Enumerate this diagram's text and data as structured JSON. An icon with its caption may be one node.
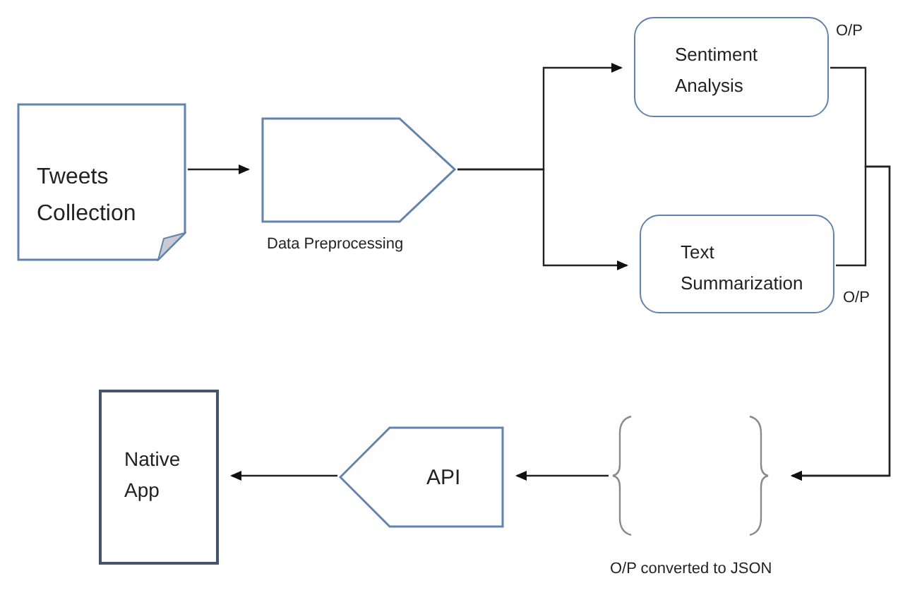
{
  "diagram": {
    "nodes": [
      {
        "text": [
          "Tweets Collection"
        ]
      },
      {
        "text": [
          "Data Preprocessing"
        ]
      },
      {
        "text": [
          "Sentiment Analysis"
        ],
        "beside": [
          "O/P"
        ]
      },
      {
        "text": [
          "Text Summarization"
        ],
        "beside": [
          "O/P"
        ]
      },
      {
        "text": [
          "O/P converted to JSON"
        ]
      },
      {
        "text": [
          "API"
        ]
      },
      {
        "text": [
          "Native App"
        ]
      }
    ],
    "edges": [
      {
        "from": 0,
        "to": 1,
        "arrow": "to"
      },
      {
        "from": 1,
        "to": 2,
        "arrow": "to"
      },
      {
        "from": 1,
        "to": 3,
        "arrow": "to"
      },
      {
        "from": 2,
        "to": 4,
        "arrow": "to"
      },
      {
        "from": 3,
        "to": 4,
        "arrow": "to"
      },
      {
        "from": 4,
        "to": 5,
        "arrow": "to"
      },
      {
        "from": 5,
        "to": 6,
        "arrow": "to"
      }
    ]
  }
}
